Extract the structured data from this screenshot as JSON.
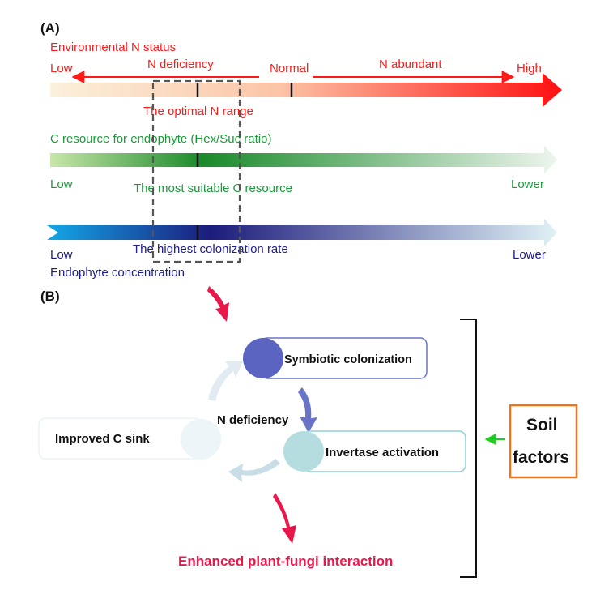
{
  "panel_a": {
    "label": "(A)",
    "n_status": {
      "title": "Environmental N status",
      "low": "Low",
      "deficiency": "N deficiency",
      "normal": "Normal",
      "abundant": "N abundant",
      "high": "High",
      "optimal": "The optimal N range",
      "color": "#ff1a1a"
    },
    "c_resource": {
      "title": "C resource for endophyte (Hex/Suc ratio)",
      "low": "Low",
      "lower": "Lower",
      "suitable": "The most suitable C resource",
      "color": "#1a9a3a"
    },
    "endophyte": {
      "low": "Low",
      "lower": "Lower",
      "highest": "The highest colonization rate",
      "title": "Endophyte concentration",
      "color": "#1c1c8c"
    }
  },
  "panel_b": {
    "label": "(B)",
    "center": "N deficiency",
    "symbiotic": "Symbiotic colonization",
    "invertase": "Invertase activation",
    "c_sink": "Improved C sink",
    "outcome": "Enhanced plant-fungi interaction",
    "soil_line1": "Soil",
    "soil_line2": "factors",
    "colors": {
      "outcome": "#e8194a",
      "soil_border": "#e87722",
      "arrow_green": "#22cc22"
    }
  }
}
